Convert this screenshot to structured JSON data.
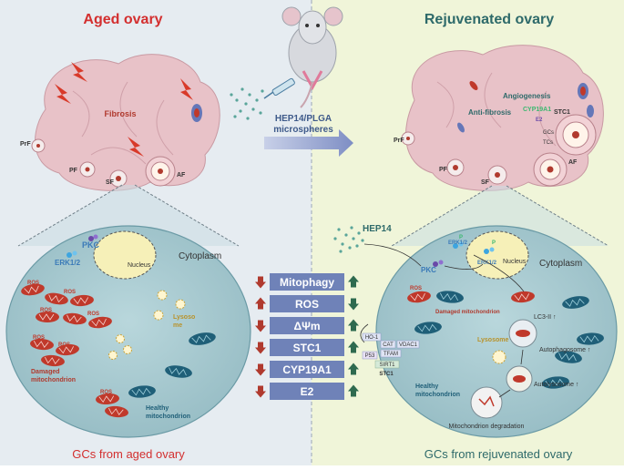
{
  "left": {
    "title": "Aged ovary",
    "fibrosis": "Fibrosis",
    "follicles": {
      "prf": "PrF",
      "pf": "PF",
      "sf": "SF",
      "af": "AF"
    },
    "cell": {
      "pkc": "PKC",
      "erk": "ERK1/2",
      "nucleus": "Nucleus",
      "cytoplasm": "Cytoplasm",
      "ros": "ROS",
      "lysosome": "Lysosome",
      "damaged": "Damaged mitochondrion",
      "healthy": "Healthy mitochondrion"
    },
    "caption": "GCs from aged ovary"
  },
  "middle": {
    "microspheres_label": "HEP14/PLGA microspheres",
    "hep14": "HEP14",
    "comparison": [
      {
        "label": "Mitophagy",
        "aged": "down",
        "rejuvenated": "up"
      },
      {
        "label": "ROS",
        "aged": "up",
        "rejuvenated": "down"
      },
      {
        "label": "ΔΨm",
        "aged": "down",
        "rejuvenated": "up"
      },
      {
        "label": "STC1",
        "aged": "down",
        "rejuvenated": "up"
      },
      {
        "label": "CYP19A1",
        "aged": "down",
        "rejuvenated": "up"
      },
      {
        "label": "E2",
        "aged": "down",
        "rejuvenated": "up"
      }
    ]
  },
  "right": {
    "title": "Rejuvenated ovary",
    "anti_fibrosis": "Anti-fibrosis",
    "angiogenesis": "Angiogenesis",
    "cyp": "CYP19A1",
    "e2": "E2",
    "stc": "STC1",
    "gcs": "GCs",
    "tcs": "TCs",
    "follicles": {
      "prf": "PrF",
      "pf": "PF",
      "sf": "SF",
      "af": "AF"
    },
    "cell": {
      "pkc": "PKC",
      "erk_a": "ERK1/2",
      "erk_b": "ERK1/2",
      "p": "P",
      "nucleus": "Nucleus",
      "cytoplasm": "Cytoplasm",
      "ros": "ROS",
      "damaged": "Damaged mitochondrion",
      "lc3": "LC3-II ↑",
      "autophagosome": "Autophagosome ↑",
      "lysosome": "Lysosome",
      "autolysosome": "Autolysosome ↑",
      "healthy": "Healthy mitochondrion",
      "degradation": "Mitochondrion degradation",
      "badges": [
        "HO-1",
        "CAT",
        "VDAC1",
        "TFAM",
        "P53",
        "SIRT1",
        "STC1"
      ]
    },
    "caption": "GCs from rejuvenated ovary"
  },
  "colors": {
    "aged_title": "#d32f2f",
    "rejuv_title": "#2e6a6a",
    "panel_left": "#e6ecf1",
    "panel_right": "#f0f5d9",
    "ovary": "#e8c2c8",
    "cell": "#a9ccd3",
    "mito_damaged": "#c0392b",
    "mito_healthy": "#1f5f78",
    "box": "#6f82b8",
    "arrow_down": "#b03a2e",
    "arrow_up": "#2e6a4f"
  }
}
